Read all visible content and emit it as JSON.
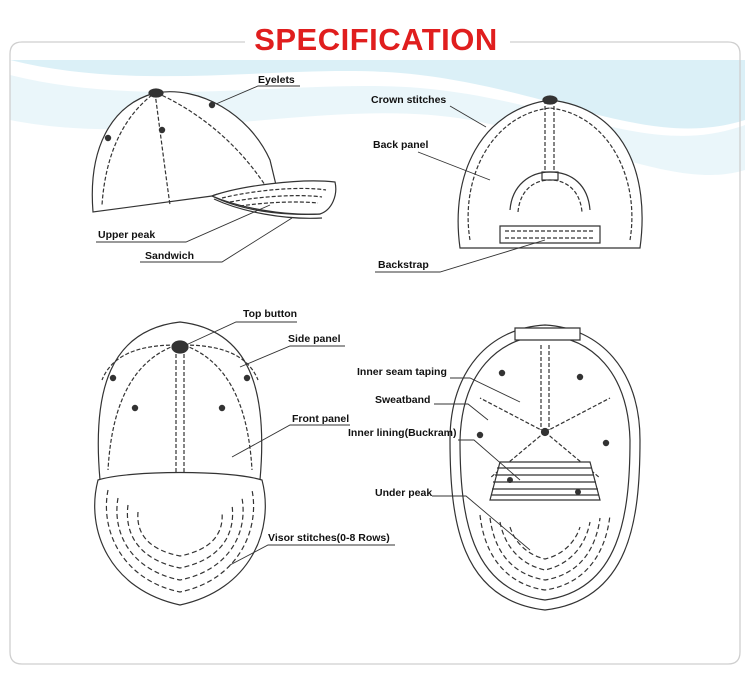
{
  "title": "SPECIFICATION",
  "colors": {
    "title": "#e01e1e",
    "border": "#d0d0d0",
    "swoosh": "#cfeaf3",
    "line": "#3a3a3a"
  },
  "labels": {
    "eyelets": "Eyelets",
    "upper_peak": "Upper peak",
    "sandwich": "Sandwich",
    "crown_stitches": "Crown stitches",
    "back_panel": "Back panel",
    "backstrap": "Backstrap",
    "top_button": "Top button",
    "side_panel": "Side panel",
    "front_panel": "Front panel",
    "visor_stitches": "Visor stitches(0-8 Rows)",
    "inner_seam_taping": "Inner seam taping",
    "sweatband": "Sweatband",
    "inner_lining": "Inner lining(Buckram)",
    "under_peak": "Under peak"
  }
}
